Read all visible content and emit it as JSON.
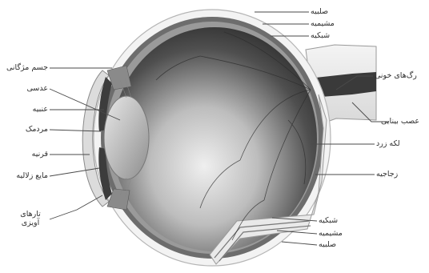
{
  "labels": {
    "sclera_top": "صلبیه",
    "choroid_top": "مشیمیه",
    "retina_top": "شبکیه",
    "ciliary_body": "جسم مژگانی",
    "lens": "عدسی",
    "iris": "عنبیه",
    "pupil": "مردمک",
    "cornea": "قرنیه",
    "aqueous_humor": "مایع زلالیه",
    "zonules_line1": "تارهای",
    "zonules_line2": "آویزی",
    "blood_vessels": "رگ‌های خونی",
    "optic_nerve": "عصب بینایی",
    "macula": "لکه زرد",
    "vitreous": "زجاجیه",
    "retina_bottom": "شبکیه",
    "choroid_bottom": "مشیمیه",
    "sclera_bottom": "صلبیه"
  },
  "colors": {
    "line": "#4a4a4a",
    "text": "#2e2e2e",
    "sclera": "#f2f2f2",
    "choroid": "#6a6a6a",
    "interior_dark": "#1e1e1e",
    "interior_light": "#e6e6e6"
  }
}
